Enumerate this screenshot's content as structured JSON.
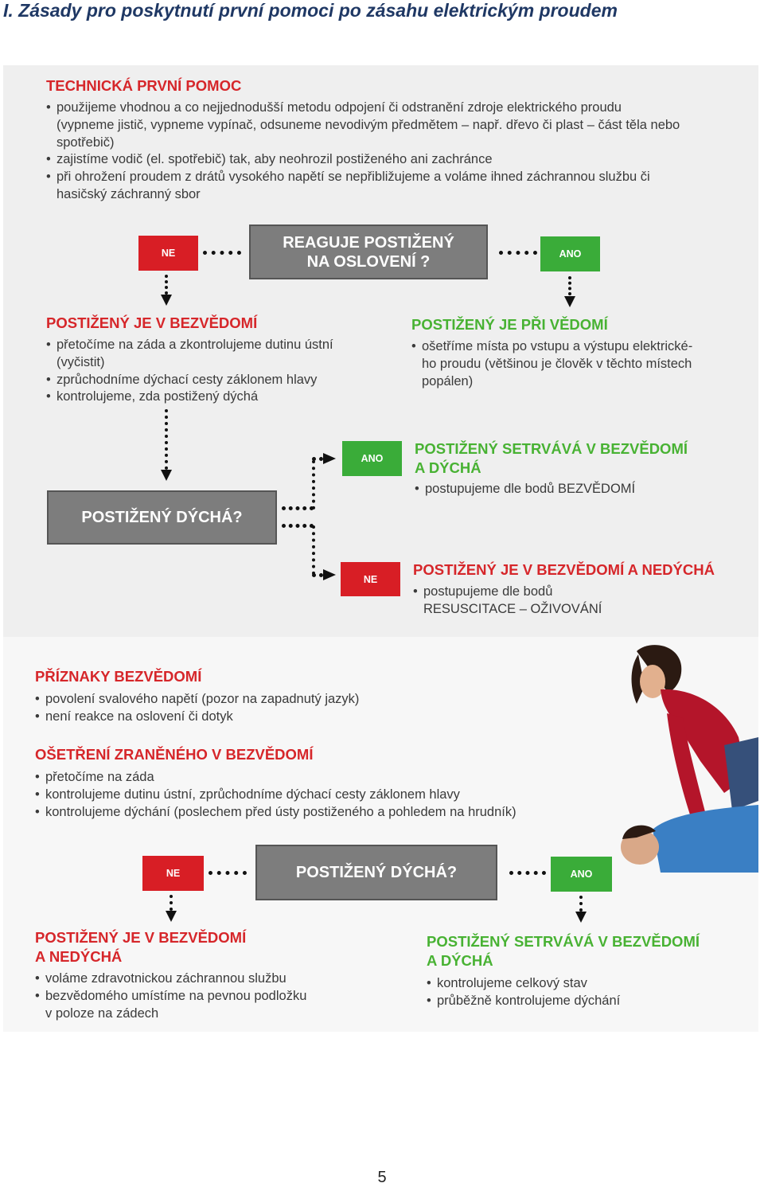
{
  "page_heading": "I. Zásady pro poskytnutí první pomoci po zásahu elektrickým proudem",
  "technical": {
    "title": "TECHNICKÁ PRVNÍ POMOC",
    "b1_l1": "použijeme vhodnou a co nejjednodušší metodu odpojení či odstranění zdroje elektrického proudu",
    "b1_l2": "(vypneme jistič, vypneme vypínač, odsuneme nevodivým předmětem – např. dřevo či plast – část těla nebo",
    "b1_l3": "spotřebič)",
    "b2_l1": "zajistíme vodič (el. spotřebič) tak, aby neohrozil postiženého ani zachránce",
    "b3_l1": "při ohrožení proudem z drátů vysokého napětí se nepřibližujeme a voláme ihned záchrannou službu či",
    "b3_l2": "hasičský záchranný sbor"
  },
  "q1": {
    "line1": "REAGUJE POSTIŽENÝ",
    "line2": "NA OSLOVENÍ ?",
    "no": "NE",
    "yes": "ANO"
  },
  "unconscious": {
    "title": "POSTIŽENÝ JE V BEZVĚDOMÍ",
    "b1_l1": "přetočíme na záda a zkontrolujeme dutinu ústní",
    "b1_l2": "(vyčistit)",
    "b2_l1": "zprůchodníme dýchací cesty záklonem hlavy",
    "b3_l1": "kontrolujeme, zda postižený dýchá"
  },
  "conscious": {
    "title": "POSTIŽENÝ JE PŘI VĚDOMÍ",
    "b1_l1": "ošetříme místa po vstupu a výstupu elektrické-",
    "b1_l2": "ho proudu (většinou je člověk v těchto místech",
    "b1_l3": "popálen)"
  },
  "q2": {
    "label": "POSTIŽENÝ DÝCHÁ?",
    "yes": "ANO",
    "no": "NE"
  },
  "breathing": {
    "title_l1": "POSTIŽENÝ SETRVÁVÁ V BEZVĚDOMÍ",
    "title_l2": "A DÝCHÁ",
    "b1_l1": "postupujeme dle bodů BEZVĚDOMÍ"
  },
  "not_breathing": {
    "title": "POSTIŽENÝ JE V BEZVĚDOMÍ A NEDÝCHÁ",
    "b1_l1": "postupujeme dle bodů",
    "b1_l2": "RESUSCITACE – OŽIVOVÁNÍ"
  },
  "symptoms": {
    "title": "PŘÍZNAKY BEZVĚDOMÍ",
    "b1_l1": "povolení svalového napětí (pozor na zapadnutý jazyk)",
    "b2_l1": "není reakce na oslovení či dotyk"
  },
  "treatment": {
    "title": "OŠETŘENÍ ZRANĚNÉHO V BEZVĚDOMÍ",
    "b1_l1": "přetočíme na záda",
    "b2_l1": "kontrolujeme dutinu ústní, zprůchodníme dýchací cesty záklonem hlavy",
    "b3_l1": "kontrolujeme dýchání (poslechem před ústy postiženého a pohledem na hrudník)"
  },
  "q3": {
    "label": "POSTIŽENÝ DÝCHÁ?",
    "no": "NE",
    "yes": "ANO"
  },
  "bottom_not_breathing": {
    "title_l1": "POSTIŽENÝ JE V BEZVĚDOMÍ",
    "title_l2": "A NEDÝCHÁ",
    "b1_l1": "voláme zdravotnickou záchrannou službu",
    "b2_l1": "bezvědomého umístíme na pevnou podložku",
    "b2_l2": "v poloze na zádech"
  },
  "bottom_breathing": {
    "title_l1": "POSTIŽENÝ SETRVÁVÁ V BEZVĚDOMÍ",
    "title_l2": "A DÝCHÁ",
    "b1_l1": "kontrolujeme celkový stav",
    "b2_l1": "průběžně kontrolujeme dýchání"
  },
  "page_number": "5",
  "colors": {
    "red": "#d6262a",
    "green": "#48b233",
    "grey_box": "#7d7d7d",
    "heading_blue": "#1f3864"
  }
}
